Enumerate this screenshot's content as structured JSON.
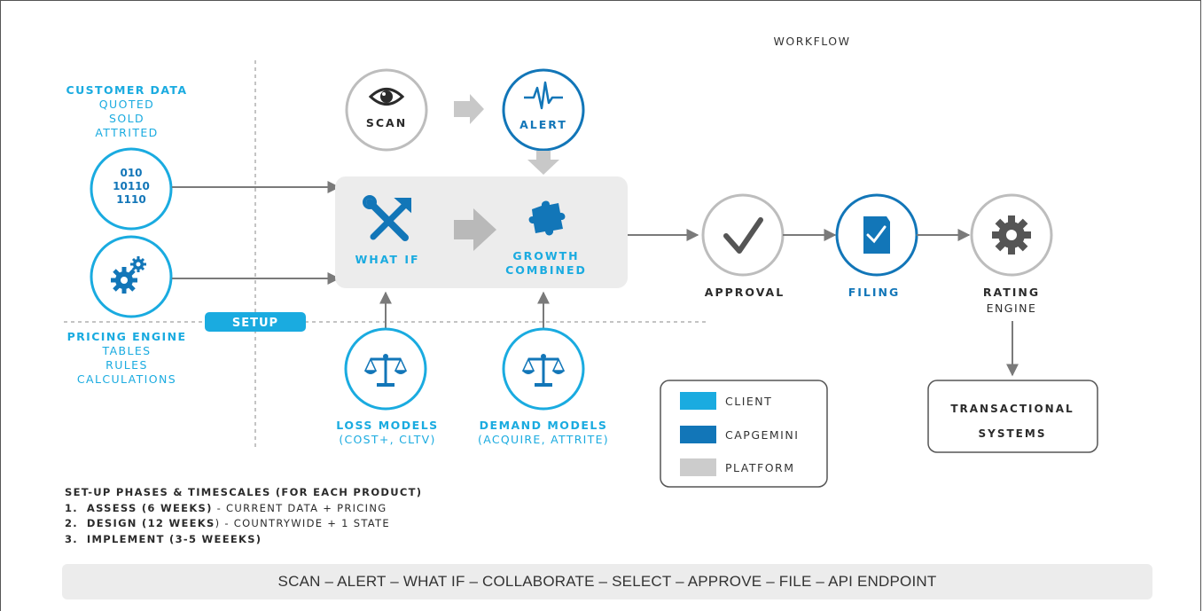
{
  "header": {
    "title": "WORKFLOW"
  },
  "inputs": {
    "customer_data": {
      "title": "CUSTOMER DATA",
      "lines": [
        "QUOTED",
        "SOLD",
        "ATTRITED"
      ],
      "icon_text": [
        "010",
        "10110",
        "1110"
      ],
      "icon": "binary-data-icon"
    },
    "pricing_engine": {
      "title": "PRICING ENGINE",
      "lines": [
        "TABLES",
        "RULES",
        "CALCULATIONS"
      ],
      "icon": "gears-icon"
    },
    "setup_label": "SETUP"
  },
  "nodes": {
    "scan": {
      "label": "SCAN",
      "icon": "eye-icon"
    },
    "alert": {
      "label": "ALERT",
      "icon": "pulse-icon"
    },
    "what_if": {
      "label": "WHAT IF",
      "icon": "tools-icon"
    },
    "growth": {
      "label_1": "GROWTH",
      "label_2": "COMBINED",
      "icon": "puzzle-icon"
    },
    "loss_models": {
      "label": "LOSS MODELS",
      "sub": "(COST+, CLTV)",
      "icon": "scales-icon"
    },
    "demand_models": {
      "label": "DEMAND MODELS",
      "sub": "(ACQUIRE, ATTRITE)",
      "icon": "scales-icon"
    },
    "approval": {
      "label": "APPROVAL",
      "icon": "checkmark-icon"
    },
    "filing": {
      "label": "FILING",
      "icon": "document-check-icon"
    },
    "rating": {
      "label": "RATING",
      "sub": "ENGINE",
      "icon": "gear-icon"
    },
    "transactional": {
      "line_1": "TRANSACTIONAL",
      "line_2": "SYSTEMS"
    }
  },
  "legend": [
    {
      "label": "CLIENT",
      "color": "#1aabe0"
    },
    {
      "label": "CAPGEMINI",
      "color": "#1276b8"
    },
    {
      "label": "PLATFORM",
      "color": "#cccccc"
    }
  ],
  "phases": {
    "title": "SET-UP PHASES & TIMESCALES (FOR EACH PRODUCT)",
    "items": [
      {
        "num": "1.",
        "bold": "ASSESS (6 WEEKS)",
        "rest": " - CURRENT DATA + PRICING"
      },
      {
        "num": "2.",
        "bold": "DESIGN (12 WEEKS",
        "rest": ") - COUNTRYWIDE + 1 STATE"
      },
      {
        "num": "3.",
        "bold": "IMPLEMENT (3-5 WEEEKS)",
        "rest": ""
      }
    ]
  },
  "bottom_bar": "SCAN – ALERT – WHAT IF – COLLABORATE – SELECT – APPROVE – FILE – API ENDPOINT"
}
